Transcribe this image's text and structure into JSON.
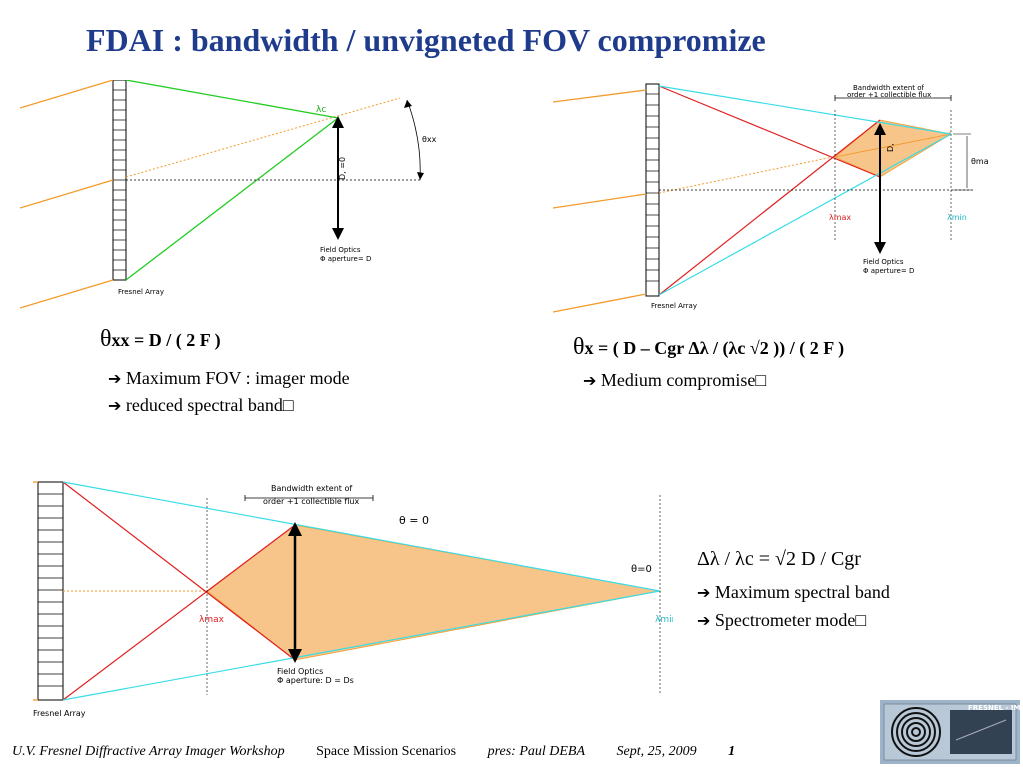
{
  "title": "FDAI : bandwidth / unvigneted FOV compromize",
  "diagram1": {
    "lambda_c": "λc",
    "theta_xx": "θxx",
    "D_label": "D, =0",
    "field_optics": "Field Optics",
    "aperture": "Φ aperture= D",
    "fresnel": "Fresnel Array"
  },
  "diagram2": {
    "bandwidth": "Bandwidth extent of",
    "bandwidth2": "order +1 collectible flux",
    "theta_max": "θmax",
    "D_label": "D,",
    "lambda_max": "λmax",
    "lambda_min": "λmin",
    "field_optics": "Field Optics",
    "aperture": "Φ aperture= D",
    "fresnel": "Fresnel Array"
  },
  "diagram3": {
    "bandwidth": "Bandwidth extent of",
    "bandwidth2": "order +1 collectible flux",
    "theta0": "θ = 0",
    "theta0b": "θ=0",
    "lambda_max": "λmax",
    "lambda_min": "λmin",
    "field_optics": "Field Optics",
    "aperture": "Φ aperture: D = Ds",
    "fresnel": "Fresnel Array"
  },
  "text1": {
    "formula_sym": "θ",
    "formula": "xx = D / ( 2 F )",
    "bullet1": "Maximum FOV : imager mode",
    "bullet2": "reduced spectral band"
  },
  "text2": {
    "formula_sym": "θ",
    "formula_a": "x = ",
    "formula_b": "( D – Cgr Δλ / (λc √2 )) / ( 2 F )",
    "bullet1": "Medium compromise"
  },
  "text3": {
    "formula": "Δλ / λc = √2 D / Cgr",
    "bullet1": "Maximum spectral band",
    "bullet2": "Spectrometer mode"
  },
  "footer": {
    "workshop": "U.V. Fresnel Diffractive Array Imager Workshop",
    "scenarios": "Space Mission Scenarios",
    "pres": "pres: Paul DEBA",
    "date": "Sept, 25, 2009",
    "page": "1"
  },
  "logo_text": "FRESNEL - IMT"
}
